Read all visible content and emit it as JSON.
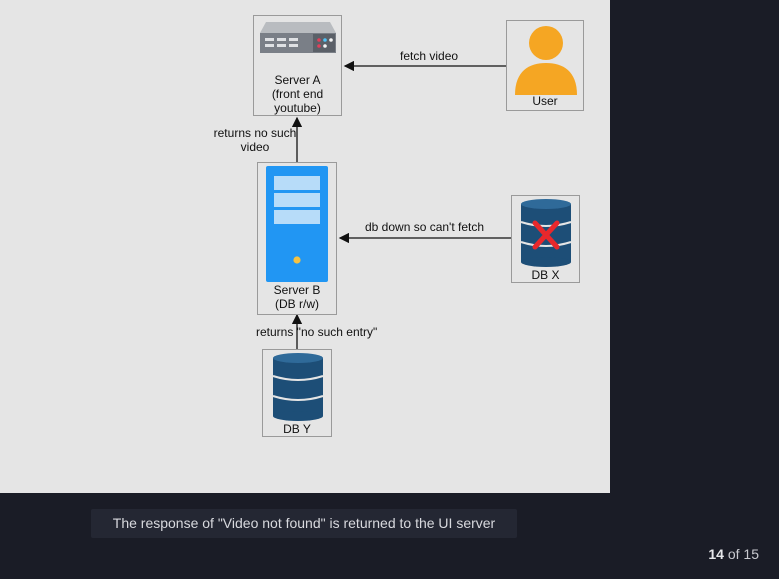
{
  "diagram": {
    "server_a": {
      "label": "Server A\n(front end\nyoutube)",
      "icon": "rack-server-icon"
    },
    "user": {
      "label": "User",
      "icon": "user-icon"
    },
    "server_b": {
      "label": "Server B\n(DB r/w)",
      "icon": "tower-server-icon"
    },
    "db_x": {
      "label": "DB X",
      "icon": "database-failed-icon"
    },
    "db_y": {
      "label": "DB Y",
      "icon": "database-icon"
    },
    "edges": {
      "fetch_video": "fetch video",
      "returns_no_such_video": "returns no such\nvideo",
      "db_down": "db down so can't fetch",
      "returns_no_such_entry": "returns \"no such entry\""
    }
  },
  "caption": "The response of \"Video not found\" is returned to the UI server",
  "pagination": {
    "current": "14",
    "of_label": "of",
    "total": "15"
  },
  "colors": {
    "slide_bg": "#e5e5e5",
    "page_bg": "#1a1c26",
    "db_blue": "#1d4e77",
    "server_blue": "#2196f3",
    "user_orange": "#f5a623",
    "error_red": "#e8282c"
  }
}
